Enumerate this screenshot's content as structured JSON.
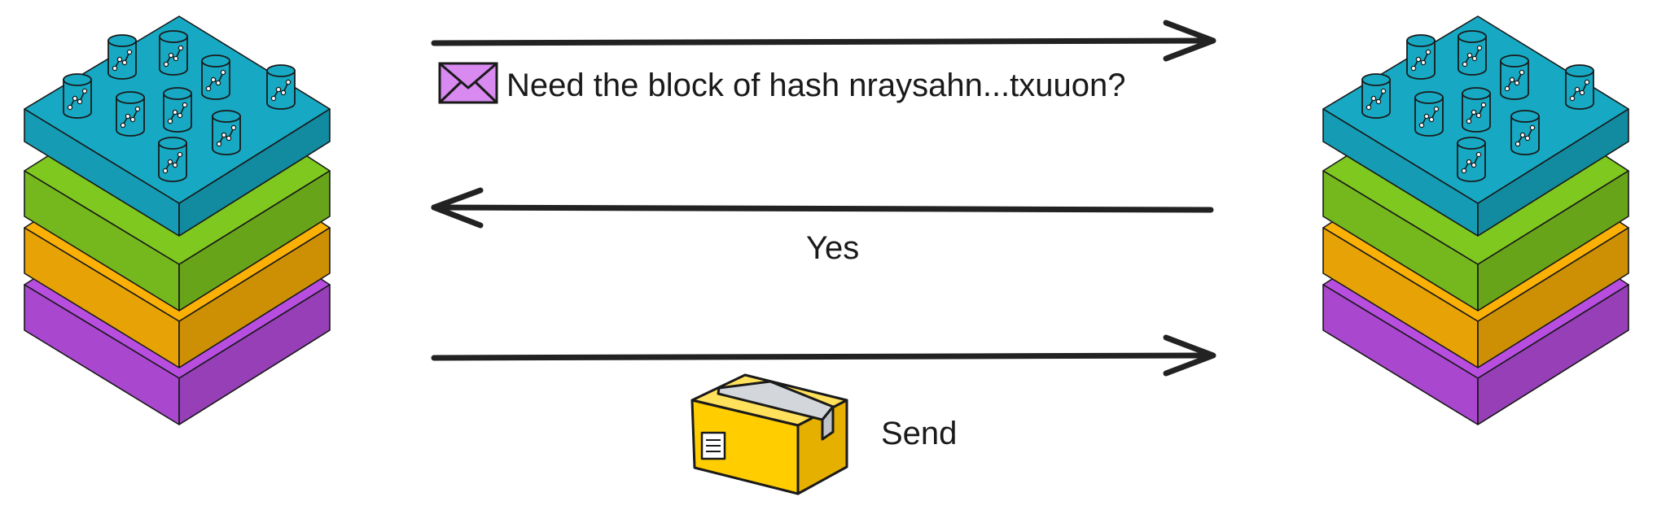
{
  "messages": {
    "request": "Need the block of hash nraysahn...txuuon?",
    "reply": "Yes",
    "send": "Send"
  },
  "icons": {
    "left_node": "layered-blockchain-node-icon",
    "right_node": "layered-blockchain-node-icon",
    "request": "envelope-icon",
    "send": "package-box-icon",
    "database": "database-cylinder-icon"
  },
  "colors": {
    "layer_top": "#17a9c3",
    "layer_green": "#7ec820",
    "layer_orange": "#fbb006",
    "layer_purple": "#b84ee0",
    "envelope": "#d98af0",
    "box": "#ffcd00",
    "tape": "#d3d6db",
    "stroke": "#1a1a1a",
    "arrow": "#222222"
  }
}
